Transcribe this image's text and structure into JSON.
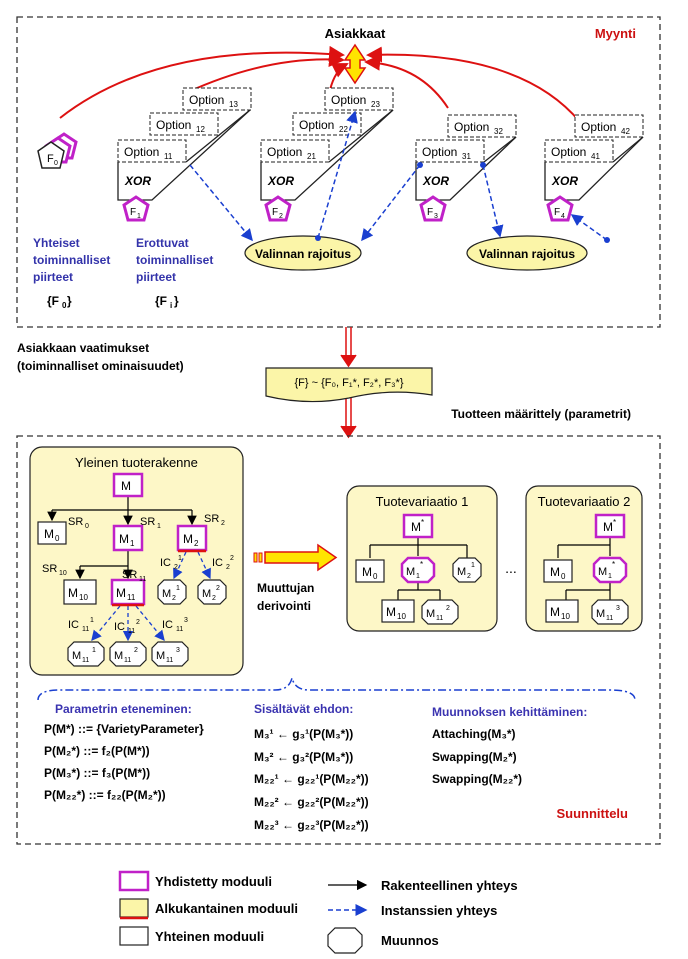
{
  "sales": {
    "customers": "Asiakkaat",
    "section_label": "Myynti",
    "options": {
      "o13": "Option",
      "o13_sub": "13",
      "o12": "Option",
      "o12_sub": "12",
      "o11": "Option",
      "o11_sub": "11",
      "o23": "Option",
      "o23_sub": "23",
      "o22": "Option",
      "o22_sub": "22",
      "o21": "Option",
      "o21_sub": "21",
      "o32": "Option",
      "o32_sub": "32",
      "o31": "Option",
      "o31_sub": "31",
      "o42": "Option",
      "o42_sub": "42",
      "o41": "Option",
      "o41_sub": "41"
    },
    "xor": "XOR",
    "features": {
      "f0": "F",
      "f0_sub": "0",
      "f1": "F",
      "f1_sub": "1",
      "f2": "F",
      "f2_sub": "2",
      "f3": "F",
      "f3_sub": "3",
      "f4": "F",
      "f4_sub": "4"
    },
    "common_line1": "Yhteiset",
    "common_line2": "toiminnalliset",
    "common_line3": "piirteet",
    "common_set": "{F",
    "common_set_sub": "0",
    "common_set_end": "}",
    "distinct_line1": "Erottuvat",
    "distinct_line2": "toiminnalliset",
    "distinct_line3": "piirteet",
    "distinct_set": "{F",
    "distinct_set_sub": "i",
    "distinct_set_end": "}",
    "constraint1": "Valinnan rajoitus",
    "constraint2": "Valinnan rajoitus"
  },
  "requirements": {
    "line1": "Asiakkaan vaatimukset",
    "line2": "(toiminnalliset ominaisuudet)",
    "formula": "{F} ~ {F₀, F₁*, F₂*, F₃*}",
    "product_def": "Tuotteen määrittely (parametrit)"
  },
  "design": {
    "generic_title": "Yleinen tuoterakenne",
    "section_label": "Suunnittelu",
    "modules": {
      "m": "M",
      "m0": "M",
      "m0_sub": "0",
      "m1": "M",
      "m1_sub": "1",
      "m2": "M",
      "m2_sub": "2",
      "m10": "M",
      "m10_sub": "10",
      "m11": "M",
      "m11_sub": "11",
      "m21": "M",
      "m21_sub": "2",
      "m21_sup": "1",
      "m22": "M",
      "m22_sub": "2",
      "m22_sup": "2",
      "m111": "M",
      "m111_sub": "11",
      "m111_sup": "1",
      "m112": "M",
      "m112_sub": "11",
      "m112_sup": "2",
      "m113": "M",
      "m113_sub": "11",
      "m113_sup": "3"
    },
    "relations": {
      "sr0": "SR",
      "sr0_sub": "0",
      "sr1": "SR",
      "sr1_sub": "1",
      "sr2": "SR",
      "sr2_sub": "2",
      "sr10": "SR",
      "sr10_sub": "10",
      "sr11": "SR",
      "sr11_sub": "11",
      "ic21": "IC",
      "ic21_sub": "2",
      "ic21_sup": "1",
      "ic22": "IC",
      "ic22_sub": "2",
      "ic22_sup": "2",
      "ic111": "IC",
      "ic111_sub": "11",
      "ic111_sup": "1",
      "ic112": "IC",
      "ic112_sub": "11",
      "ic112_sup": "2",
      "ic113": "IC",
      "ic113_sub": "11",
      "ic113_sup": "3"
    },
    "derivation_line1": "Muuttujan",
    "derivation_line2": "derivointi",
    "variant1_title": "Tuotevariaatio 1",
    "variant2_title": "Tuotevariaatio 2",
    "ellipsis": "...",
    "variant1": {
      "m": "M",
      "m_sup": "*",
      "m0": "M",
      "m0_sub": "0",
      "m1": "M",
      "m1_sub": "1",
      "m1_sup": "*",
      "m21": "M",
      "m21_sub": "2",
      "m21_sup": "1",
      "m10": "M",
      "m10_sub": "10",
      "m112": "M",
      "m112_sub": "11",
      "m112_sup": "2"
    },
    "variant2": {
      "m": "M",
      "m_sup": "*",
      "m0": "M",
      "m0_sub": "0",
      "m1": "M",
      "m1_sub": "1",
      "m1_sup": "*",
      "m10": "M",
      "m10_sub": "10",
      "m113": "M",
      "m113_sub": "11",
      "m113_sup": "3"
    },
    "param_title": "Parametrin eteneminen:",
    "param_lines": [
      "P(M*) ::= {VarietyParameter}",
      "P(M₂*) ::= f₂(P(M*))",
      "P(M₃*) ::= f₃(P(M*))",
      "P(M₂₂*) ::= f₂₂(P(M₂*))"
    ],
    "cond_title": "Sisältävät ehdon:",
    "cond_lines": [
      "M₃¹ ← g₃¹(P(M₃*))",
      "M₃² ← g₃²(P(M₃*))",
      "M₂₂¹ ← g₂₂¹(P(M₂₂*))",
      "M₂₂² ← g₂₂²(P(M₂₂*))",
      "M₂₂³ ← g₂₂³(P(M₂₂*))"
    ],
    "trans_title": "Muunnoksen kehittäminen:",
    "trans_lines": [
      "Attaching(M₃*)",
      "Swapping(M₂*)",
      "Swapping(M₂₂*)"
    ]
  },
  "legend": {
    "combined": "Yhdistetty moduuli",
    "original": "Alkukantainen moduuli",
    "common": "Yhteinen moduuli",
    "structural": "Rakenteellinen yhteys",
    "instance": "Instanssien yhteys",
    "transform": "Muunnos"
  },
  "colors": {
    "red": "#dd1111",
    "blue": "#1a3fd0",
    "magenta": "#c021c8",
    "yellow": "#fbf5a8",
    "panel": "#fdf7c7",
    "label_blue": "#3a33b0",
    "section_red": "#cc1111"
  }
}
